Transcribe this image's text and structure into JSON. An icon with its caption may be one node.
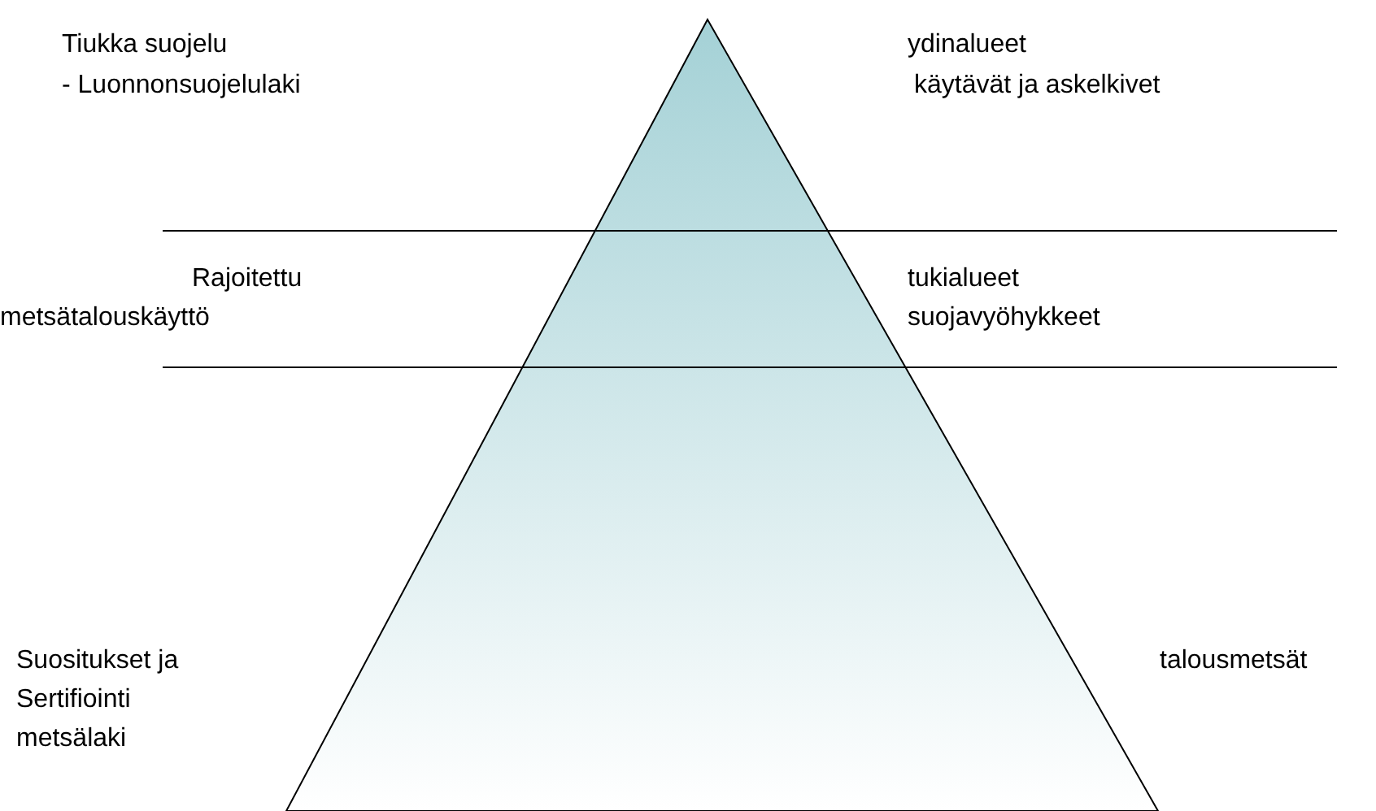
{
  "diagram": {
    "labels": [
      "Tiukka suojelu",
      "- Luonnonsuojelulaki",
      "ydinalueet",
      "käytävät ja askelkivet",
      "Rajoitettu",
      "metsätalouskäyttö",
      "tukialueet",
      "suojavyöhykkeet",
      "Suositukset ja",
      "Sertifiointi",
      "metsälaki",
      "talousmetsät"
    ]
  }
}
